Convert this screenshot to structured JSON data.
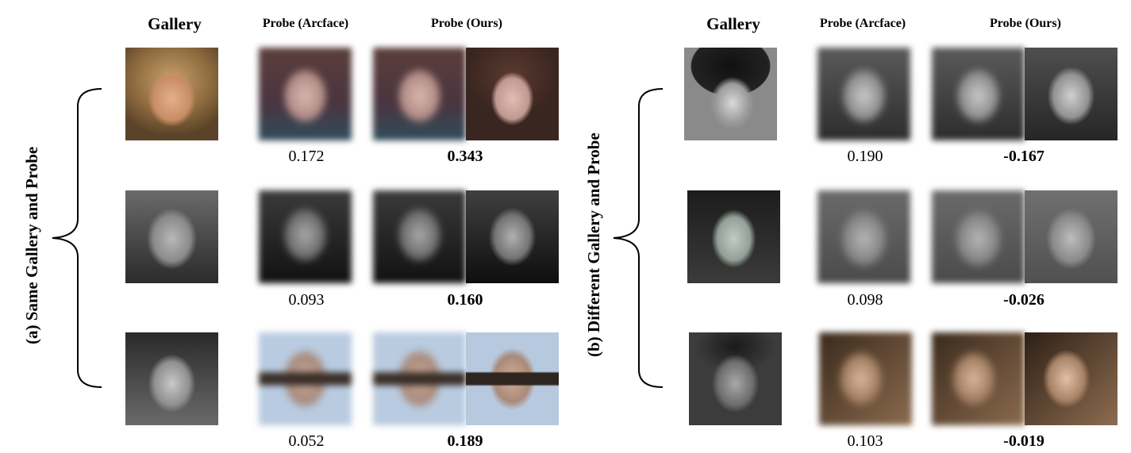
{
  "panels": [
    {
      "side_label": "(a) Same Gallery and Probe",
      "headers": {
        "gallery": "Gallery",
        "probe_arcface": "Probe (Arcface)",
        "probe_ours": "Probe (Ours)"
      },
      "rows": [
        {
          "arcface_score": "0.172",
          "ours_score": "0.343"
        },
        {
          "arcface_score": "0.093",
          "ours_score": "0.160"
        },
        {
          "arcface_score": "0.052",
          "ours_score": "0.189"
        }
      ]
    },
    {
      "side_label": "(b) Different Gallery and Probe",
      "headers": {
        "gallery": "Gallery",
        "probe_arcface": "Probe (Arcface)",
        "probe_ours": "Probe (Ours)"
      },
      "rows": [
        {
          "arcface_score": "0.190",
          "ours_score": "-0.167"
        },
        {
          "arcface_score": "0.098",
          "ours_score": "-0.026"
        },
        {
          "arcface_score": "0.103",
          "ours_score": "-0.019"
        }
      ]
    }
  ]
}
